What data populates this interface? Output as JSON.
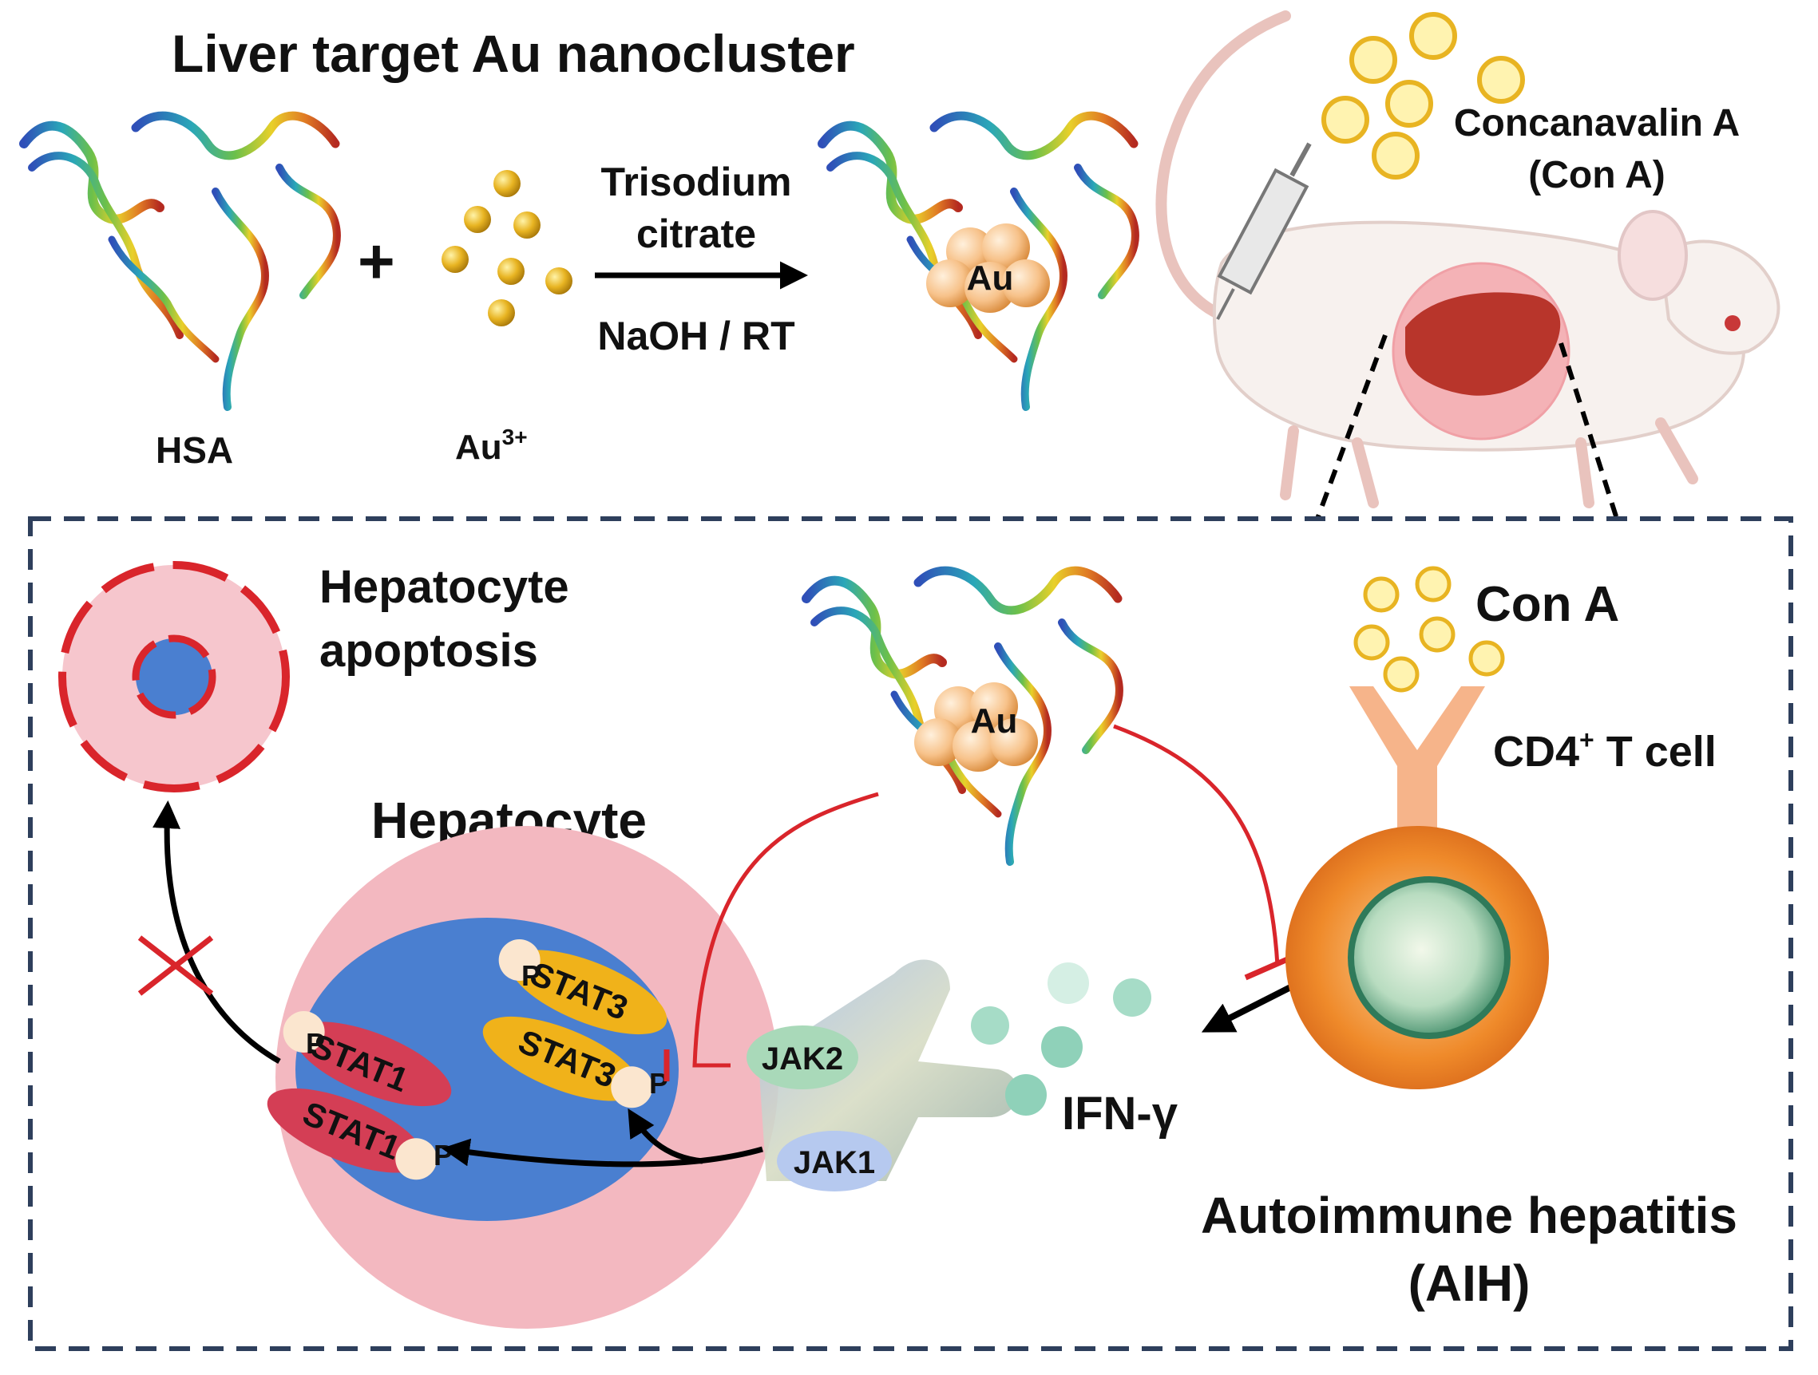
{
  "title": "Liver target Au nanocluster",
  "synthesis": {
    "hsa_label": "HSA",
    "plus_sign": "+",
    "au_ion_label": "Au",
    "au_ion_charge": "3+",
    "reagent_line1": "Trisodium",
    "reagent_line2": "citrate",
    "condition": "NaOH / RT",
    "product_au_label": "Au"
  },
  "mouse_panel": {
    "inducer_line1": "Concanavalin A",
    "inducer_line2": "(Con A)"
  },
  "mechanism": {
    "apoptosis_line1": "Hepatocyte",
    "apoptosis_line2": "apoptosis",
    "hepatocyte_label": "Hepatocyte",
    "stat3_label": "STAT3",
    "stat1_label": "STAT1",
    "phospho_label": "P",
    "jak2_label": "JAK2",
    "jak1_label": "JAK1",
    "nanocluster_au_label": "Au",
    "cona_label": "Con A",
    "tcell_label": "CD4",
    "tcell_sup": "+",
    "tcell_suffix": " T cell",
    "cytokine_label": "IFN-γ",
    "disease_line1": "Autoimmune hepatitis",
    "disease_line2": "(AIH)"
  },
  "colors": {
    "gold": "#e8b422",
    "inhibition": "#d9252b",
    "frame": "#2e3f5c",
    "hepatocyte": "#f3b8c0",
    "nucleus": "#4a7fd0",
    "stat1": "#d43e55",
    "stat3": "#f0b21a",
    "tcell": "#ef8a2a",
    "ifn": "#8fd1b9"
  }
}
